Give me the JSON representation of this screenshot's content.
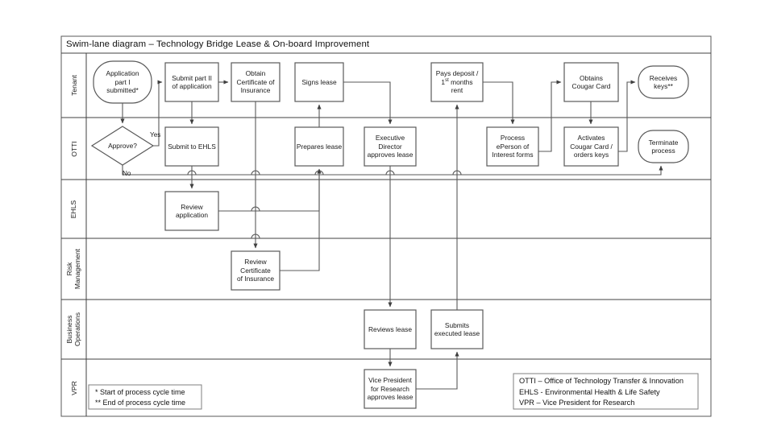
{
  "diagram": {
    "title": "Swim-lane diagram – Technology Bridge Lease & On-board Improvement",
    "type": "swimlane-flowchart",
    "colors": {
      "background": "#ffffff",
      "stroke": "#595959",
      "lane_border": "#404040",
      "text": "#1a1a1a",
      "shape_fill": "#ffffff"
    }
  },
  "lanes": [
    {
      "id": "tenant",
      "label": "Tenant"
    },
    {
      "id": "otti",
      "label": "OTTI"
    },
    {
      "id": "ehls",
      "label": "EHLS"
    },
    {
      "id": "risk",
      "label": "Risk\nManagement"
    },
    {
      "id": "busops",
      "label": "Business\nOperations"
    },
    {
      "id": "vpr",
      "label": "VPR"
    }
  ],
  "nodes": [
    {
      "id": "n1",
      "lane": "tenant",
      "shape": "rounded",
      "label": "Application\npart I\nsubmitted*"
    },
    {
      "id": "n2",
      "lane": "tenant",
      "shape": "rect",
      "label": "Submit part II\nof application"
    },
    {
      "id": "n3",
      "lane": "tenant",
      "shape": "rect",
      "label": "Obtain\nCertificate of\nInsurance"
    },
    {
      "id": "n4",
      "lane": "tenant",
      "shape": "rect",
      "label": "Signs lease"
    },
    {
      "id": "n5",
      "lane": "tenant",
      "shape": "rect",
      "label": "Pays deposit /\n1st months\nrent"
    },
    {
      "id": "n6",
      "lane": "tenant",
      "shape": "rect",
      "label": "Obtains\nCougar Card"
    },
    {
      "id": "n7",
      "lane": "tenant",
      "shape": "rounded",
      "label": "Receives\nkeys**"
    },
    {
      "id": "n8",
      "lane": "otti",
      "shape": "diamond",
      "label": "Approve?"
    },
    {
      "id": "n9",
      "lane": "otti",
      "shape": "rect",
      "label": "Submit to EHLS"
    },
    {
      "id": "n10",
      "lane": "otti",
      "shape": "rect",
      "label": "Prepares lease"
    },
    {
      "id": "n11",
      "lane": "otti",
      "shape": "rect",
      "label": "Executive\nDirector\napproves lease"
    },
    {
      "id": "n12",
      "lane": "otti",
      "shape": "rect",
      "label": "Process\nePerson of\nInterest forms"
    },
    {
      "id": "n13",
      "lane": "otti",
      "shape": "rect",
      "label": "Activates\nCougar Card /\norders keys"
    },
    {
      "id": "n14",
      "lane": "otti",
      "shape": "rounded",
      "label": "Terminate\nprocess"
    },
    {
      "id": "n15",
      "lane": "ehls",
      "shape": "rect",
      "label": "Review\napplication"
    },
    {
      "id": "n16",
      "lane": "risk",
      "shape": "rect",
      "label": "Review\nCertificate\nof Insurance"
    },
    {
      "id": "n17",
      "lane": "busops",
      "shape": "rect",
      "label": "Reviews lease"
    },
    {
      "id": "n18",
      "lane": "busops",
      "shape": "rect",
      "label": "Submits\nexecuted lease"
    },
    {
      "id": "n19",
      "lane": "vpr",
      "shape": "rect",
      "label": "Vice President\nfor Research\napproves lease"
    }
  ],
  "edge_labels": [
    {
      "id": "yes",
      "label": "Yes"
    },
    {
      "id": "no",
      "label": "No"
    }
  ],
  "notes": {
    "cycle_time": "* Start of process cycle time\n** End of process cycle time",
    "abbreviations": "OTTI – Office of Technology Transfer & Innovation\nEHLS -  Environmental Health & Life Safety\nVPR – Vice President for Research"
  }
}
